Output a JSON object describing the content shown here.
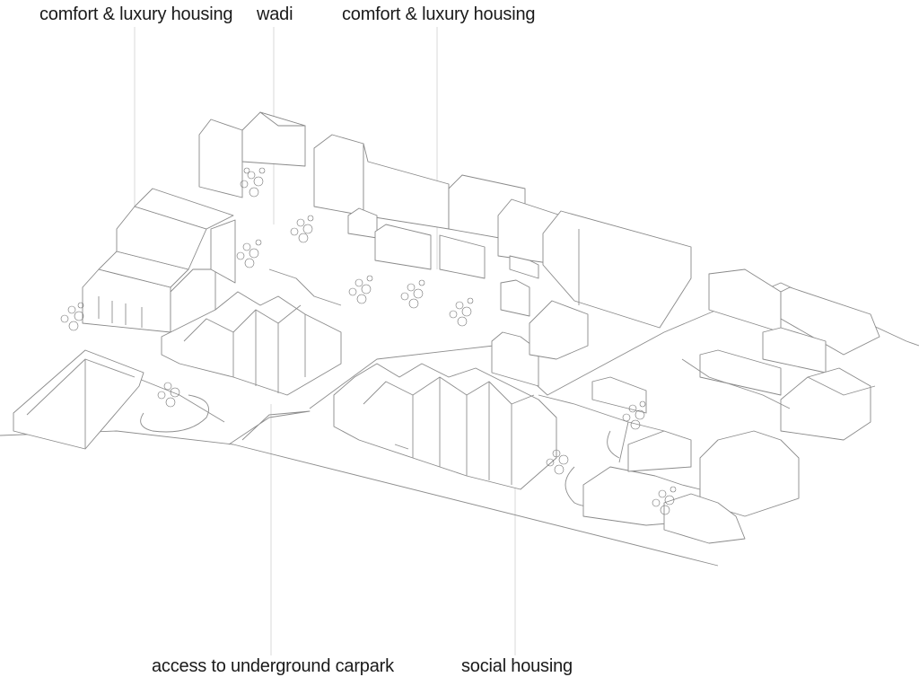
{
  "labels": {
    "top_left": "comfort & luxury housing",
    "top_mid": "wadi",
    "top_right": "comfort & luxury housing",
    "bottom_left": "access to underground carpark",
    "bottom_right": "social housing"
  },
  "colors": {
    "text": "#1a1a1a",
    "lines": "#8a8a8a",
    "leaders": "#cfcfcf",
    "background": "#ffffff"
  }
}
